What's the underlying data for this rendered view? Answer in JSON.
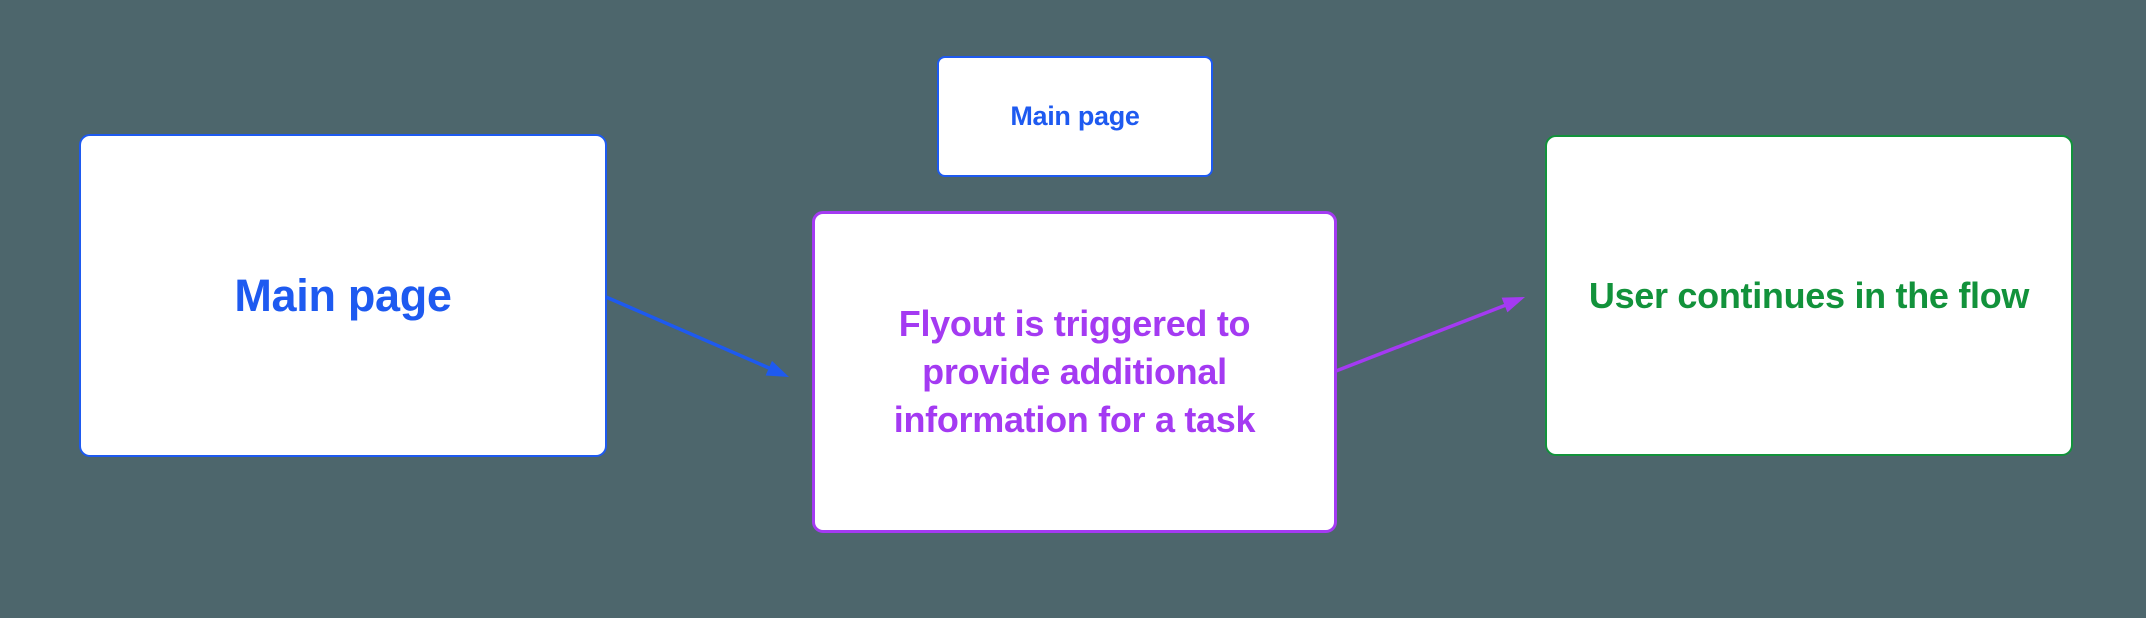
{
  "canvas": {
    "background_color": "#4D666C",
    "node_fill": "#FFFFFF"
  },
  "nodes": {
    "main_page": {
      "label": "Main page",
      "color": "#1E5AF0"
    },
    "main_page_top": {
      "label": "Main page",
      "color": "#1E5AF0"
    },
    "flyout": {
      "label": "Flyout is triggered to provide additional information for a task",
      "color": "#A43AF2"
    },
    "user_continues": {
      "label": "User continues in the flow",
      "color": "#12923B"
    }
  },
  "connectors": {
    "main_to_flyout": {
      "color": "#1E5AF0"
    },
    "flyout_to_continue": {
      "color": "#A43AF2"
    }
  }
}
